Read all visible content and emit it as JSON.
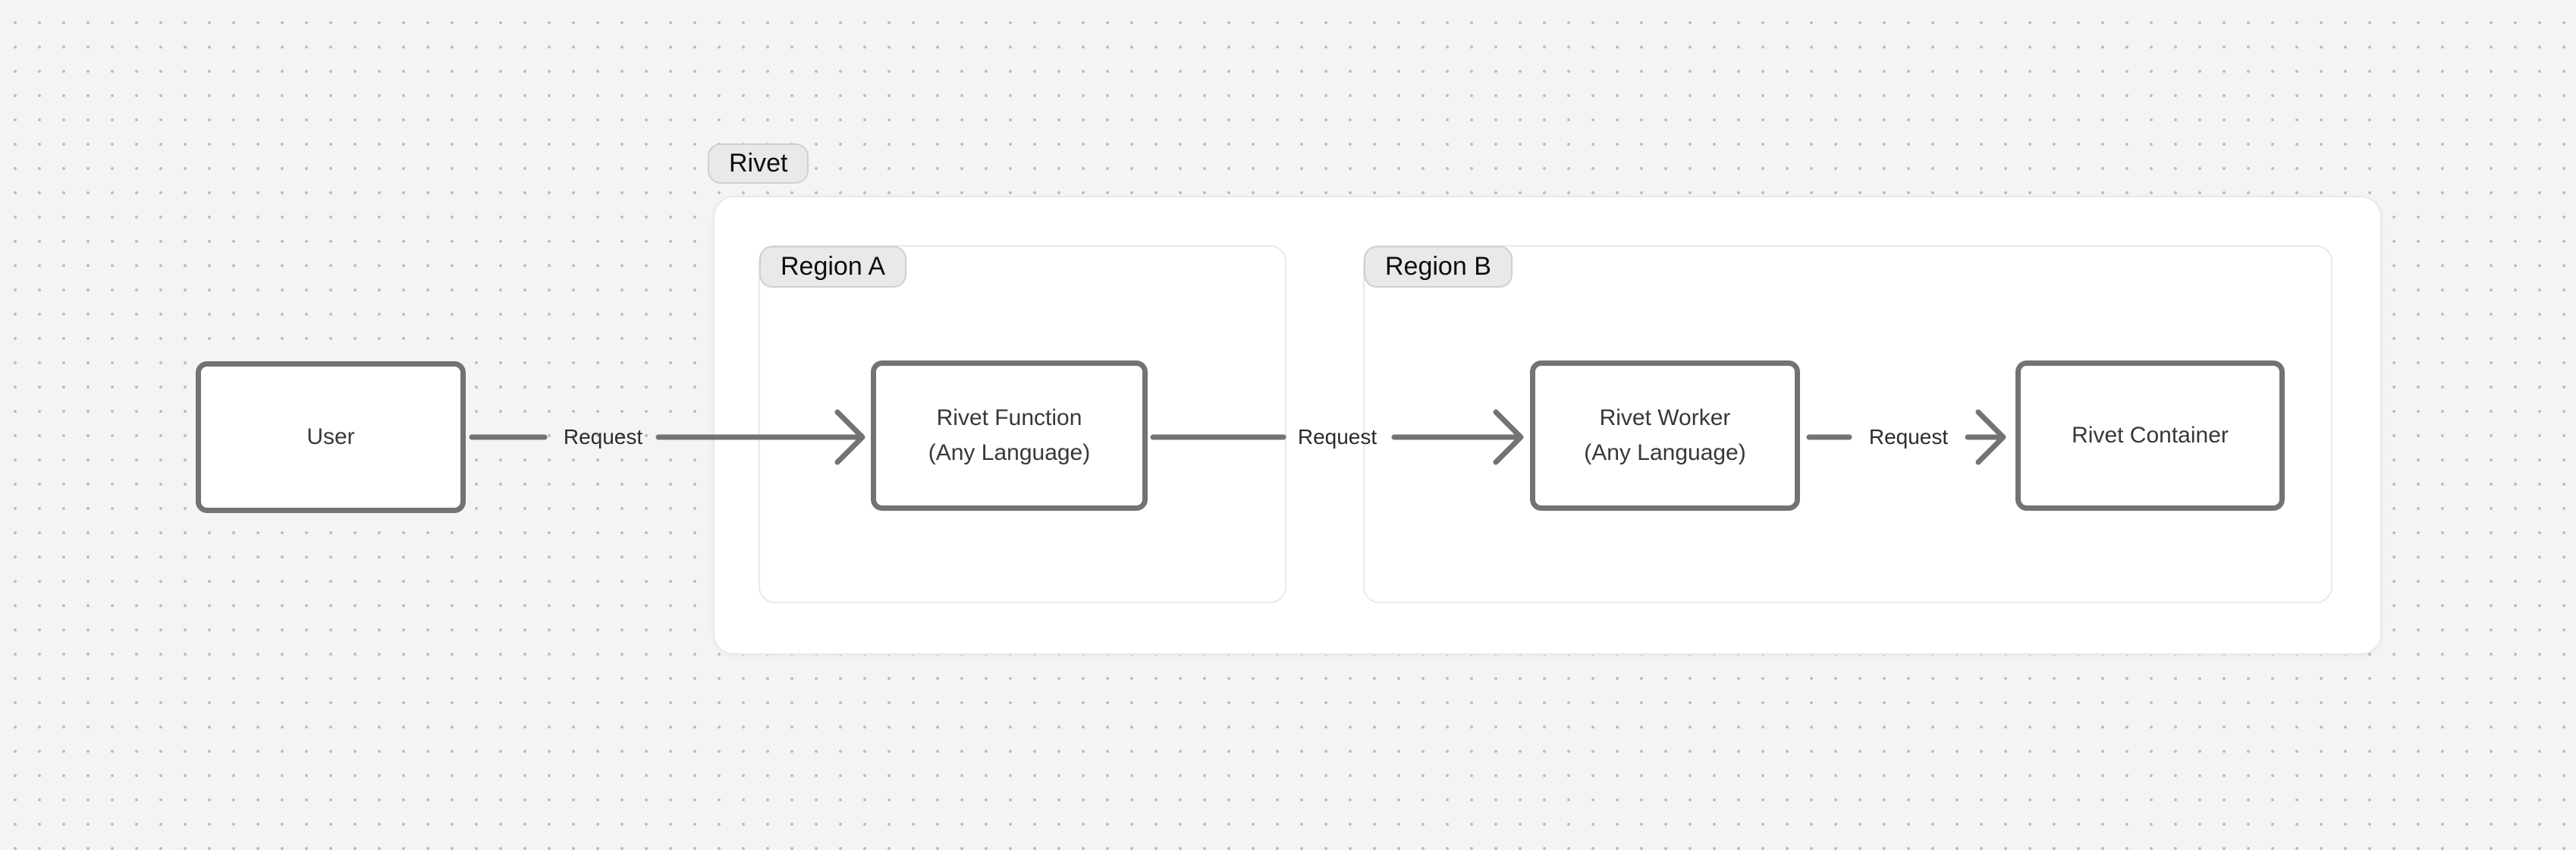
{
  "canvas": {
    "background_color": "#f4f4f3",
    "dot_color": "#bcbcbb"
  },
  "groups": {
    "rivet": {
      "label": "Rivet"
    },
    "region_a": {
      "label": "Region A"
    },
    "region_b": {
      "label": "Region B"
    }
  },
  "nodes": {
    "user": {
      "label": "User"
    },
    "rivet_function": {
      "line1": "Rivet Function",
      "line2": "(Any Language)"
    },
    "rivet_worker": {
      "line1": "Rivet Worker",
      "line2": "(Any Language)"
    },
    "rivet_container": {
      "label": "Rivet Container"
    }
  },
  "edges": {
    "user_to_function": {
      "label": "Request"
    },
    "function_to_worker": {
      "label": "Request"
    },
    "worker_to_container": {
      "label": "Request"
    }
  },
  "colors": {
    "node_border": "#737373",
    "arrow": "#737373",
    "node_text": "#383838",
    "edge_label_text": "#2c2c2c",
    "pill_background": "#e9e9e8",
    "pill_border": "#cfcfcd",
    "group_border": "#e9e9e7",
    "group_background": "#ffffff"
  }
}
